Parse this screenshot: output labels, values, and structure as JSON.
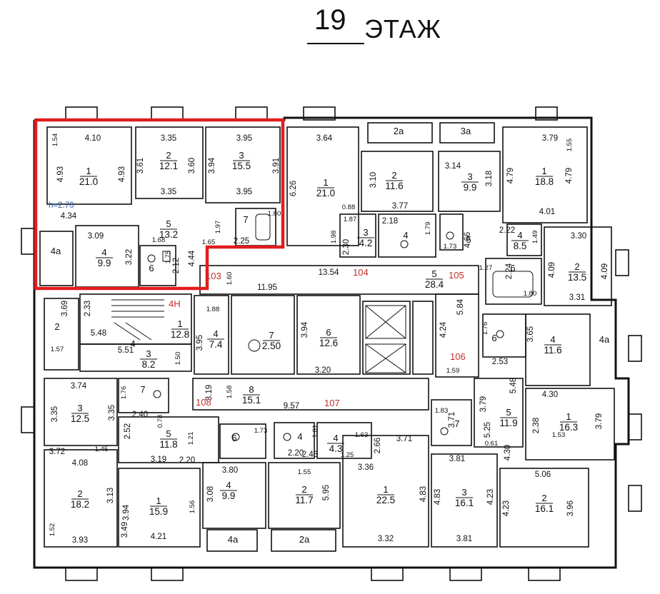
{
  "title": {
    "floor_number": "19",
    "floor_word": "ЭТАЖ"
  },
  "labels": {
    "height": "h=2.70",
    "r103": "103",
    "r104": "104",
    "r105": "105",
    "r106": "106",
    "r107": "107",
    "r108": "108",
    "stair": "4Н"
  },
  "rooms": [
    {
      "id": "a1",
      "num": "1",
      "area": "21.0"
    },
    {
      "id": "a2",
      "num": "2",
      "area": "12.1"
    },
    {
      "id": "a3",
      "num": "3",
      "area": "15.5"
    },
    {
      "id": "a4",
      "num": "4",
      "area": "9.9"
    },
    {
      "id": "a5",
      "num": "5",
      "area": "13.2"
    },
    {
      "id": "b1",
      "num": "1",
      "area": "21.0"
    },
    {
      "id": "b2",
      "num": "2",
      "area": "11.6"
    },
    {
      "id": "b3",
      "num": "3",
      "area": "9.9"
    },
    {
      "id": "b3s",
      "num": "3",
      "area": "4.2"
    },
    {
      "id": "c1",
      "num": "1",
      "area": "18.8"
    },
    {
      "id": "c4",
      "num": "4",
      "area": "8.5"
    },
    {
      "id": "c2",
      "num": "2",
      "area": "13.5"
    },
    {
      "id": "cor105",
      "num": "5",
      "area": "28.4"
    },
    {
      "id": "st1",
      "num": "1",
      "area": "12.8"
    },
    {
      "id": "st3",
      "num": "3",
      "area": "8.2"
    },
    {
      "id": "st4",
      "num": "4",
      "area": "7.4"
    },
    {
      "id": "ls7",
      "num": "7",
      "area": "2.50"
    },
    {
      "id": "ls6",
      "num": "6",
      "area": "12.6"
    },
    {
      "id": "cor8",
      "num": "8",
      "area": "15.1"
    },
    {
      "id": "d4",
      "num": "4",
      "area": "11.6"
    },
    {
      "id": "d1",
      "num": "1",
      "area": "16.3"
    },
    {
      "id": "d5",
      "num": "5",
      "area": "11.9"
    },
    {
      "id": "e3",
      "num": "3",
      "area": "12.5"
    },
    {
      "id": "e5",
      "num": "5",
      "area": "11.8"
    },
    {
      "id": "e2",
      "num": "2",
      "area": "18.2"
    },
    {
      "id": "e1",
      "num": "1",
      "area": "15.9"
    },
    {
      "id": "e4",
      "num": "4",
      "area": "9.9"
    },
    {
      "id": "f2",
      "num": "2",
      "area": "11.7"
    },
    {
      "id": "f4",
      "num": "4",
      "area": "4.3"
    },
    {
      "id": "f1",
      "num": "1",
      "area": "22.5"
    },
    {
      "id": "g3",
      "num": "3",
      "area": "16.1"
    },
    {
      "id": "g2",
      "num": "2",
      "area": "16.1"
    }
  ],
  "room_numbers": [
    "4а",
    "6",
    "7",
    "2а",
    "3а",
    "4",
    "5",
    "6",
    "6",
    "4а",
    "2",
    "7",
    "7",
    "6",
    "4",
    "4а",
    "2а",
    "4"
  ],
  "dims": [
    "4.10",
    "3.35",
    "3.95",
    "3.64",
    "3.79",
    "1.55",
    "1.54",
    "4.93",
    "4.93",
    "3.61",
    "3.60",
    "3.94",
    "3.91",
    "6.26",
    "3.10",
    "3.14",
    "3.18",
    "4.79",
    "4.79",
    "3.35",
    "3.95",
    "0.88",
    "3.77",
    "4.01",
    "4.34",
    "1.80",
    "1.87",
    "1.79",
    "2.18",
    "2.22",
    "3.30",
    "3.09",
    "1.68",
    "1.97",
    "1.98",
    "2.30",
    "4.66",
    "1.49",
    "3.22",
    "1.75",
    "2.12",
    "4.44",
    "2.25",
    "1.65",
    "1.73",
    "2.24",
    "4.09",
    "4.09",
    "1.60",
    "13.54",
    "1.27",
    "1.80",
    "3.31",
    "3.69",
    "2.33",
    "11.95",
    "5.84",
    "1.88",
    "3.94",
    "4.24",
    "1.76",
    "3.65",
    "5.48",
    "1.57",
    "5.51",
    "3.95",
    "1.50",
    "3.20",
    "1.59",
    "2.53",
    "3.19",
    "3.74",
    "1.76",
    "1.58",
    "9.57",
    "5.48",
    "4.30",
    "3.35",
    "3.35",
    "2.40",
    "0.78",
    "1.73",
    "1.81",
    "2.20",
    "1.83",
    "3.71",
    "3.79",
    "3.79",
    "2.38",
    "2.52",
    "1.21",
    "1.63",
    "2.66",
    "3.71",
    "5.25",
    "1.45",
    "2.20",
    "2.43",
    "1.25",
    "0.61",
    "4.30",
    "1.53",
    "3.72",
    "4.08",
    "3.19",
    "3.80",
    "1.55",
    "3.36",
    "3.81",
    "5.06",
    "3.13",
    "3.08",
    "5.95",
    "4.83",
    "4.83",
    "4.23",
    "4.23",
    "3.96",
    "3.94",
    "1.56",
    "1.52",
    "3.49",
    "3.93",
    "4.21",
    "3.32",
    "3.81"
  ]
}
